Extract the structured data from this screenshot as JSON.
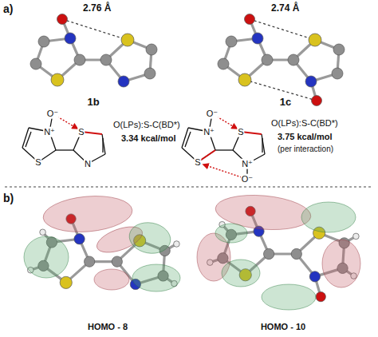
{
  "diagram": {
    "labels": [
      "a)",
      "2.76 Å",
      "2.74 Å",
      "1b",
      "1c",
      "O⁻",
      "N⁺",
      "S",
      "S",
      "N",
      "O(LPs):S-C(BD*)",
      "3.34 kcal/mol",
      "O⁻",
      "N⁺",
      "S",
      "S",
      "N⁺",
      "O⁻",
      "O(LPs):S-C(BD*)",
      "3.75 kcal/mol",
      "(per interaction)",
      "b)",
      "HOMO - 8",
      "HOMO - 10"
    ]
  }
}
